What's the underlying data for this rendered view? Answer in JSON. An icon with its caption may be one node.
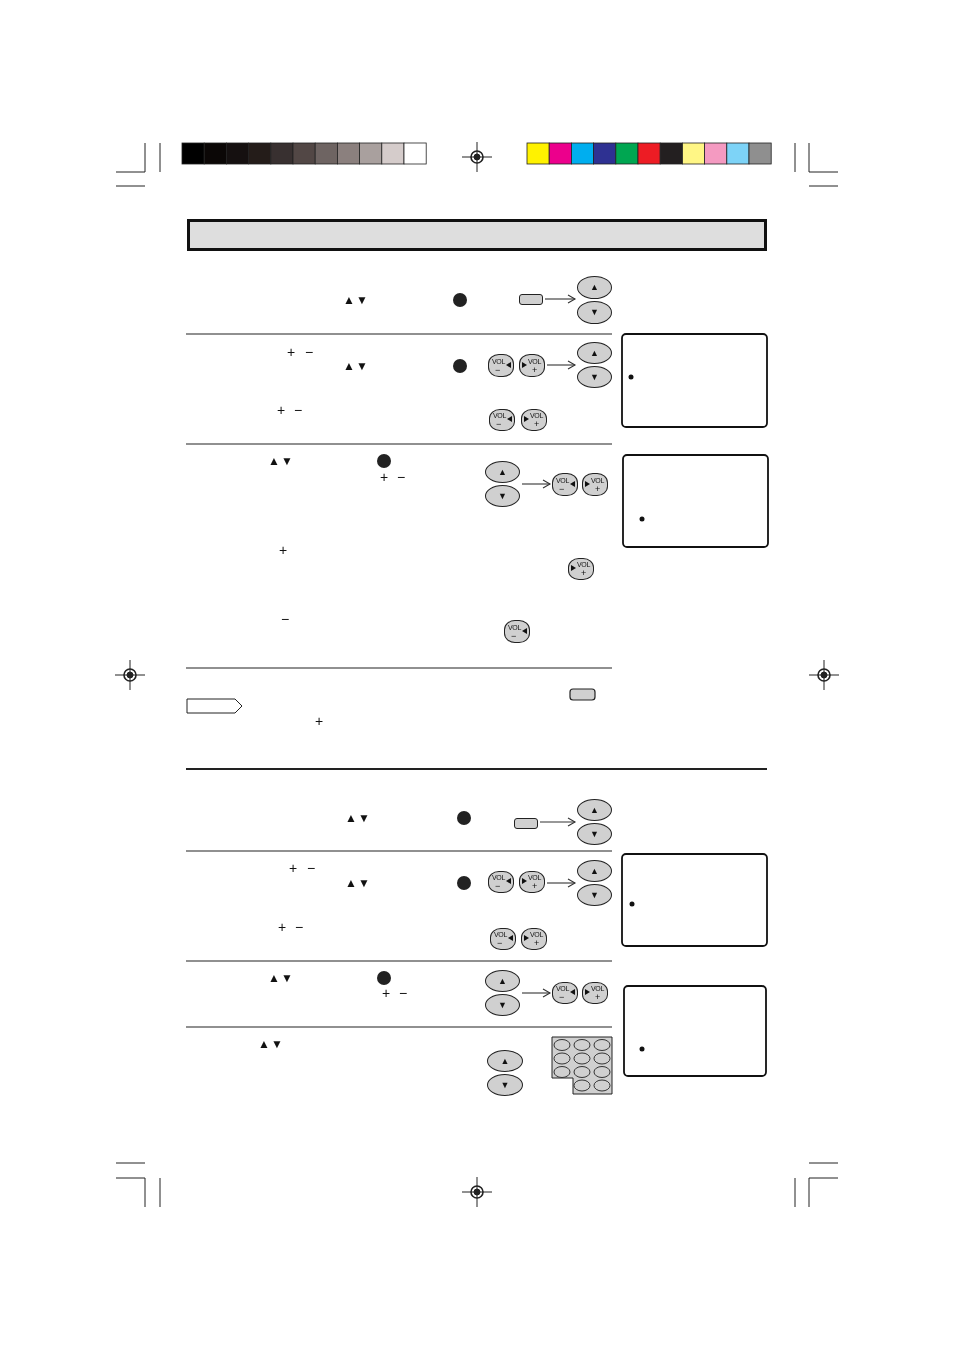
{
  "diagram": {
    "nodes": [
      {
        "text": [],
        "shape": "bar"
      },
      {
        "text": [],
        "shape": "box"
      },
      {
        "text": [
          "▲"
        ]
      },
      {
        "text": [
          "▼"
        ]
      },
      {
        "text": [
          "VOL",
          "−"
        ]
      },
      {
        "text": [
          "VOL",
          "+"
        ]
      },
      {
        "text": [
          "▲"
        ]
      },
      {
        "text": [
          "▼"
        ]
      },
      {
        "text": [
          "VOL",
          "−"
        ]
      },
      {
        "text": [
          "VOL",
          "+"
        ]
      },
      {
        "text": [
          "▲"
        ]
      },
      {
        "text": [
          "▼"
        ]
      },
      {
        "text": [
          "VOL",
          "−"
        ]
      },
      {
        "text": [
          "VOL",
          "+"
        ]
      },
      {
        "text": [
          "VOL",
          "+"
        ]
      },
      {
        "text": [
          "VOL",
          "−"
        ]
      },
      {
        "text": [],
        "shape": "box"
      },
      {
        "text": [
          "▲"
        ]
      },
      {
        "text": [
          "▼"
        ]
      },
      {
        "text": [
          "VOL",
          "−"
        ]
      },
      {
        "text": [
          "VOL",
          "+"
        ]
      },
      {
        "text": [
          "▲"
        ]
      },
      {
        "text": [
          "▼"
        ]
      },
      {
        "text": [
          "VOL",
          "−"
        ]
      },
      {
        "text": [
          "VOL",
          "+"
        ]
      },
      {
        "text": [
          "▲"
        ]
      },
      {
        "text": [
          "▼"
        ]
      },
      {
        "text": [
          "VOL",
          "−"
        ]
      },
      {
        "text": [
          "VOL",
          "+"
        ]
      },
      {
        "text": [
          "▲"
        ]
      },
      {
        "text": [
          "▼"
        ]
      }
    ],
    "edges": [
      {
        "from": 1,
        "to": 2,
        "arrow": "to"
      },
      {
        "from": 5,
        "to": 6,
        "arrow": "to"
      },
      {
        "from": 10,
        "to": 12,
        "arrow": "to"
      },
      {
        "from": 16,
        "to": 17,
        "arrow": "to"
      },
      {
        "from": 20,
        "to": 21,
        "arrow": "to"
      },
      {
        "from": 25,
        "to": 27,
        "arrow": "to"
      }
    ],
    "labels": [
      "▲▼",
      "+",
      "−",
      "▲▼",
      "+",
      "−",
      "▲▼",
      "+",
      "−",
      "+",
      "−",
      "+",
      "▲▼",
      "+",
      "−",
      "▲▼",
      "+",
      "−",
      "▲▼",
      "+",
      "−",
      "▲▼"
    ]
  }
}
